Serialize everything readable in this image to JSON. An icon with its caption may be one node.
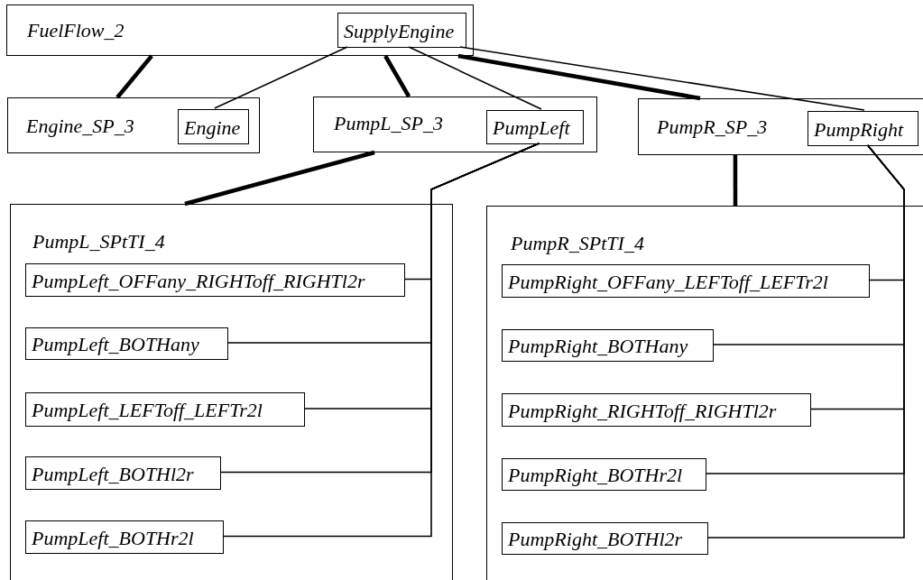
{
  "diagram": {
    "nodes": [
      {
        "text": [
          "FuelFlow_2"
        ]
      },
      {
        "text": [
          "SupplyEngine"
        ],
        "in": 0
      },
      {
        "text": [
          "Engine_SP_3"
        ]
      },
      {
        "text": [
          "Engine"
        ],
        "in": 2
      },
      {
        "text": [
          "PumpL_SP_3"
        ]
      },
      {
        "text": [
          "PumpLeft"
        ],
        "in": 4
      },
      {
        "text": [
          "PumpR_SP_3"
        ]
      },
      {
        "text": [
          "PumpRight"
        ],
        "in": 6
      },
      {
        "text": [
          "PumpL_SPtTI_4"
        ]
      },
      {
        "text": [
          "PumpLeft_OFFany_RIGHToff_RIGHTl2r"
        ],
        "in": 8
      },
      {
        "text": [
          "PumpLeft_BOTHany"
        ],
        "in": 8
      },
      {
        "text": [
          "PumpLeft_LEFToff_LEFTr2l"
        ],
        "in": 8
      },
      {
        "text": [
          "PumpLeft_BOTHl2r"
        ],
        "in": 8
      },
      {
        "text": [
          "PumpLeft_BOTHr2l"
        ],
        "in": 8
      },
      {
        "text": [
          "PumpR_SPtTI_4"
        ]
      },
      {
        "text": [
          "PumpRight_OFFany_LEFToff_LEFTr2l"
        ],
        "in": 14
      },
      {
        "text": [
          "PumpRight_BOTHany"
        ],
        "in": 14
      },
      {
        "text": [
          "PumpRight_RIGHToff_RIGHTl2r"
        ],
        "in": 14
      },
      {
        "text": [
          "PumpRight_BOTHr2l"
        ],
        "in": 14
      },
      {
        "text": [
          "PumpRight_BOTHl2r"
        ],
        "in": 14
      }
    ],
    "edges": [
      {
        "from": 0,
        "to": 2,
        "arrow": "none",
        "style": "thick"
      },
      {
        "from": 1,
        "to": 3,
        "arrow": "none"
      },
      {
        "from": 0,
        "to": 4,
        "arrow": "none",
        "style": "thick"
      },
      {
        "from": 1,
        "to": 5,
        "arrow": "none"
      },
      {
        "from": 0,
        "to": 6,
        "arrow": "none",
        "style": "thick"
      },
      {
        "from": 1,
        "to": 7,
        "arrow": "none"
      },
      {
        "from": 4,
        "to": 8,
        "arrow": "none",
        "style": "thick"
      },
      {
        "from": 5,
        "to": 9,
        "arrow": "none"
      },
      {
        "from": 5,
        "to": 10,
        "arrow": "none"
      },
      {
        "from": 5,
        "to": 11,
        "arrow": "none"
      },
      {
        "from": 5,
        "to": 12,
        "arrow": "none"
      },
      {
        "from": 5,
        "to": 13,
        "arrow": "none"
      },
      {
        "from": 6,
        "to": 14,
        "arrow": "none",
        "style": "thick"
      },
      {
        "from": 7,
        "to": 15,
        "arrow": "none"
      },
      {
        "from": 7,
        "to": 16,
        "arrow": "none"
      },
      {
        "from": 7,
        "to": 17,
        "arrow": "none"
      },
      {
        "from": 7,
        "to": 18,
        "arrow": "none"
      },
      {
        "from": 7,
        "to": 19,
        "arrow": "none"
      }
    ]
  }
}
